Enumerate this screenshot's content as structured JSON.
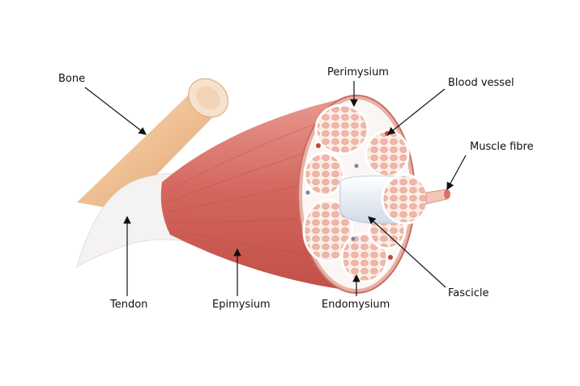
{
  "title": "Skeletal muscle structure",
  "labels": {
    "bone": "Bone",
    "perimysium": "Perimysium",
    "blood_vessel": "Blood vessel",
    "muscle_fibre": "Muscle fibre",
    "tendon": "Tendon",
    "epimysium": "Epimysium",
    "endomysium": "Endomysium",
    "fascicle": "Fascicle"
  },
  "colors": {
    "muscle": "#d9706a",
    "bone": "#efc9a0",
    "tendon": "#f4f2f0",
    "fibre": "#f2c1b4"
  }
}
